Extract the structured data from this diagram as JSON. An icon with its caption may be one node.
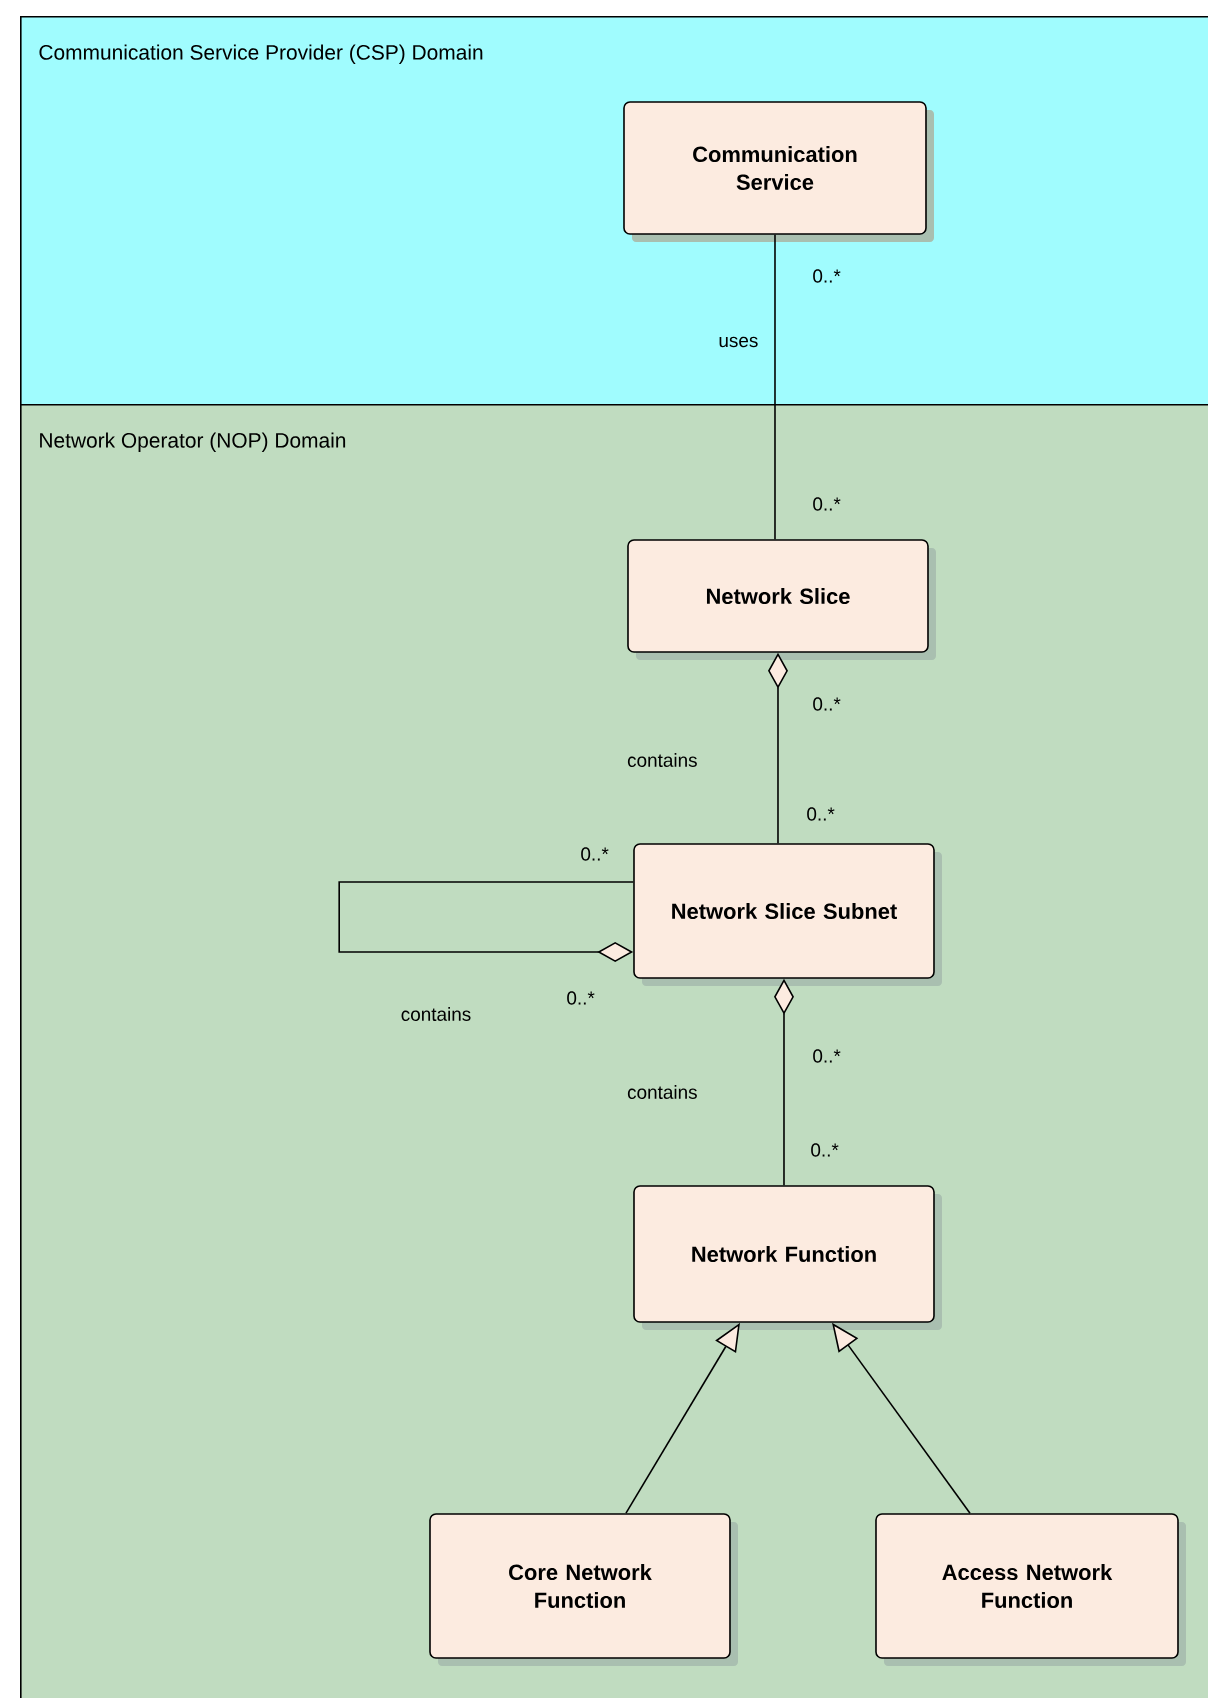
{
  "diagram": {
    "nodes": [
      {
        "text": [
          "Communication Service Provider (CSP) Domain"
        ]
      },
      {
        "text": [
          "Communication Service"
        ],
        "in": 0
      },
      {
        "text": [
          "Network Operator (NOP) Domain"
        ]
      },
      {
        "text": [
          "Network Slice"
        ],
        "in": 2
      },
      {
        "text": [
          "Network Slice Subnet"
        ],
        "in": 2
      },
      {
        "text": [
          "Network Function"
        ],
        "in": 2
      },
      {
        "text": [
          "Core Network Function"
        ],
        "in": 2
      },
      {
        "text": [
          "Access Network Function"
        ],
        "in": 2
      }
    ],
    "edges": [
      {
        "from": 1,
        "to": 3,
        "arrow": "none",
        "label": "uses"
      },
      {
        "from": 4,
        "to": 3,
        "arrow": "other",
        "label": "contains"
      },
      {
        "from": 4,
        "to": 4,
        "arrow": "other",
        "label": "contains"
      },
      {
        "from": 5,
        "to": 4,
        "arrow": "other",
        "label": "contains"
      },
      {
        "from": 6,
        "to": 5,
        "arrow": "to"
      },
      {
        "from": 7,
        "to": 5,
        "arrow": "to"
      }
    ],
    "labels": [
      "0..*",
      "0..*",
      "0..*",
      "0..*",
      "0..*",
      "0..*",
      "0..*",
      "0..*"
    ]
  }
}
